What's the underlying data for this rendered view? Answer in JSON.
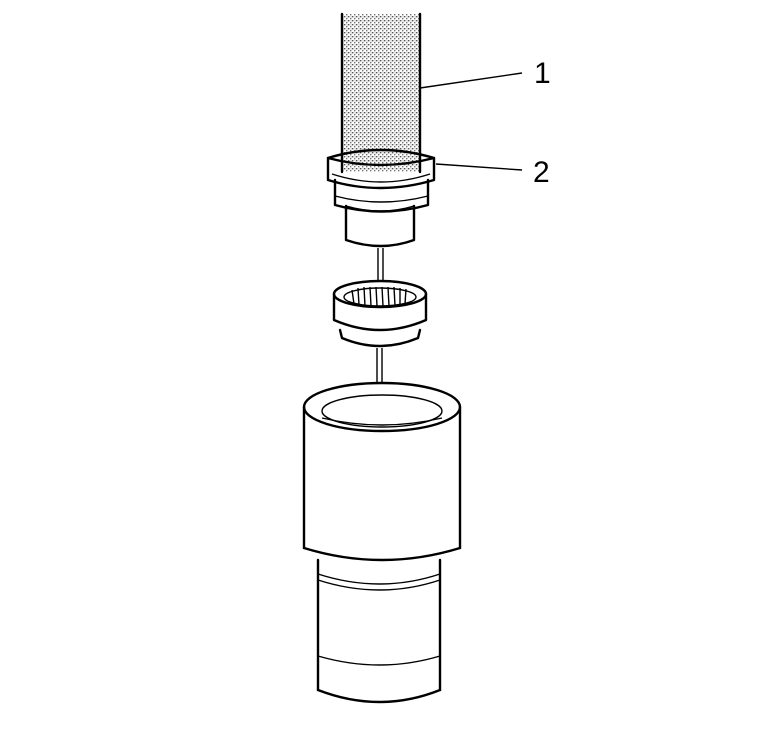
{
  "callouts": [
    {
      "number": "1",
      "target": "installer-shaft"
    },
    {
      "number": "2",
      "target": "installer-collar"
    }
  ],
  "colors": {
    "line": "#000000",
    "background": "#ffffff",
    "stipple": "#8c8c8c"
  }
}
